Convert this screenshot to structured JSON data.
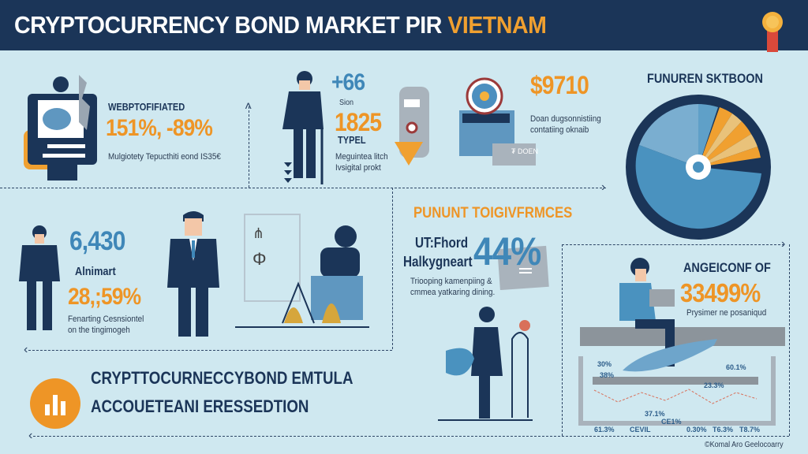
{
  "header": {
    "title_main": "CRYPTOCURRENCY BOND MARKET PIR ",
    "title_highlight": "VIETNAM",
    "medal_icon": "medal-icon"
  },
  "colors": {
    "navy": "#1b3558",
    "orange": "#ee9526",
    "blue": "#3f87b8",
    "background": "#cfe8f0"
  },
  "panel1": {
    "label": "WEBPTOFIFIATED",
    "value": "151%, -89%",
    "caption": "Mulgiotety Tepucthiti eond IS35€"
  },
  "panel2": {
    "value_top": "+66",
    "label_top": "Sion",
    "value": "1825",
    "label": "TYPEL",
    "caption_line1": "Meguintea litch",
    "caption_line2": "Ivsigital prokt"
  },
  "panel3": {
    "value": "$9710",
    "caption_line1": "Doan dugsonnistiing",
    "caption_line2": "contatiing oknaib",
    "box_label": "₮ DOEN"
  },
  "pie": {
    "title": "FUNUREN SKTBOON"
  },
  "panel4": {
    "value": "6,430",
    "label": "Alnimart",
    "value2": "28,;59%",
    "caption_line1": "Fenarting Cesnsiontel",
    "caption_line2": "on the tingimogeh"
  },
  "panel5": {
    "heading": "PUNUNT TOIGIVFRMCES",
    "label_line1": "UT:Fhord",
    "label_line2": "Halkygneart",
    "value": "44%",
    "caption_line1": "Triooping kamenpiing &",
    "caption_line2": "cmmea yatkaring dining."
  },
  "panel6": {
    "label": "ANGEICONF OF",
    "value": "33499%",
    "caption": "Prysimer ne posaniqud"
  },
  "footer": {
    "line1": "CRYPTTOCURNECCYBOND EMTULA",
    "line2": "ACCOUETEANI ERESSEDTION",
    "icon": "bar-chart-icon"
  },
  "bottom_chart": {
    "labels_upper": [
      "30%",
      "38%",
      "60.1%",
      "23.3%"
    ],
    "labels_lower": [
      "37.1%",
      "CE1%",
      "61.3%",
      "CEVIL",
      "0.30%",
      "T6.3%",
      "T8.7%"
    ],
    "source": "©Komal Aro Geelocoarry"
  }
}
